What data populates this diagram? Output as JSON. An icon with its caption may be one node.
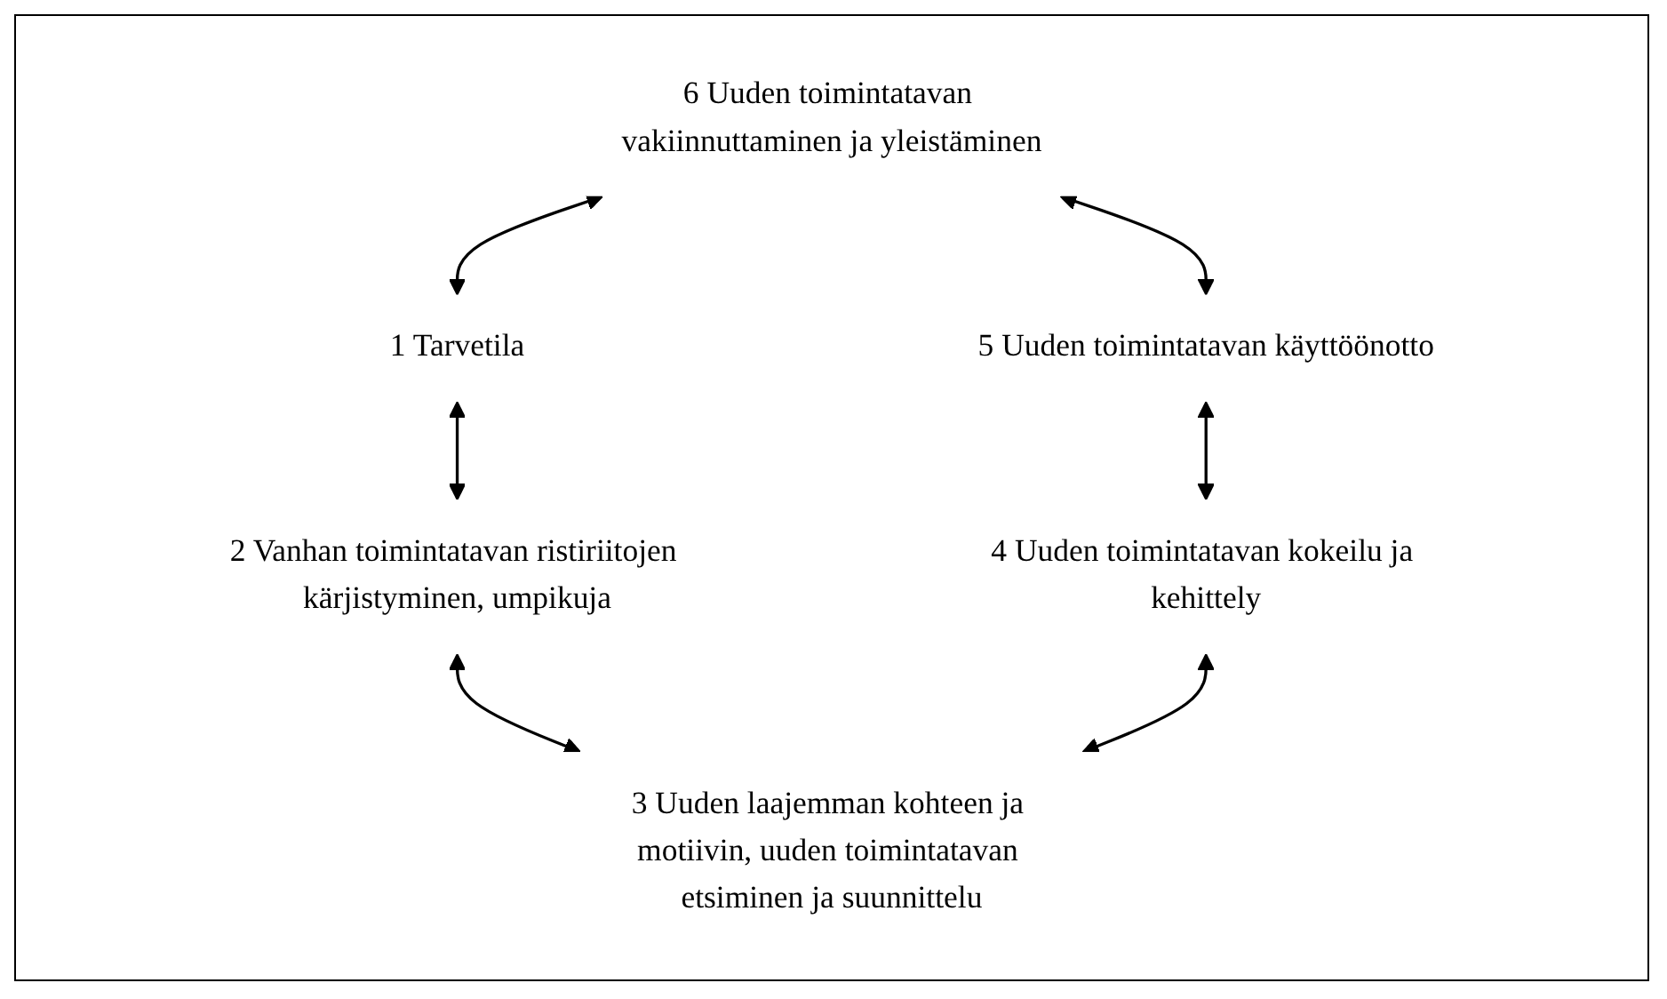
{
  "diagram": {
    "nodes": [
      {
        "text": [
          "1 Tarvetila"
        ]
      },
      {
        "text": [
          "2 Vanhan toimintatavan ristiriitojen kärjistyminen, umpikuja"
        ]
      },
      {
        "text": [
          "3 Uuden laajemman kohteen ja motiivin, uuden toimintatavan etsiminen ja suunnittelu"
        ]
      },
      {
        "text": [
          "4 Uuden toimintatavan kokeilu ja kehittely"
        ]
      },
      {
        "text": [
          "5 Uuden toimintatavan käyttöönotto"
        ]
      },
      {
        "text": [
          "6 Uuden toimintatavan vakiinnuttaminen ja yleistäminen"
        ]
      }
    ],
    "edges": [
      {
        "from": 5,
        "to": 0,
        "arrow": "both"
      },
      {
        "from": 0,
        "to": 1,
        "arrow": "both"
      },
      {
        "from": 1,
        "to": 2,
        "arrow": "both"
      },
      {
        "from": 3,
        "to": 2,
        "arrow": "both"
      },
      {
        "from": 4,
        "to": 3,
        "arrow": "both"
      },
      {
        "from": 5,
        "to": 4,
        "arrow": "both"
      }
    ]
  }
}
